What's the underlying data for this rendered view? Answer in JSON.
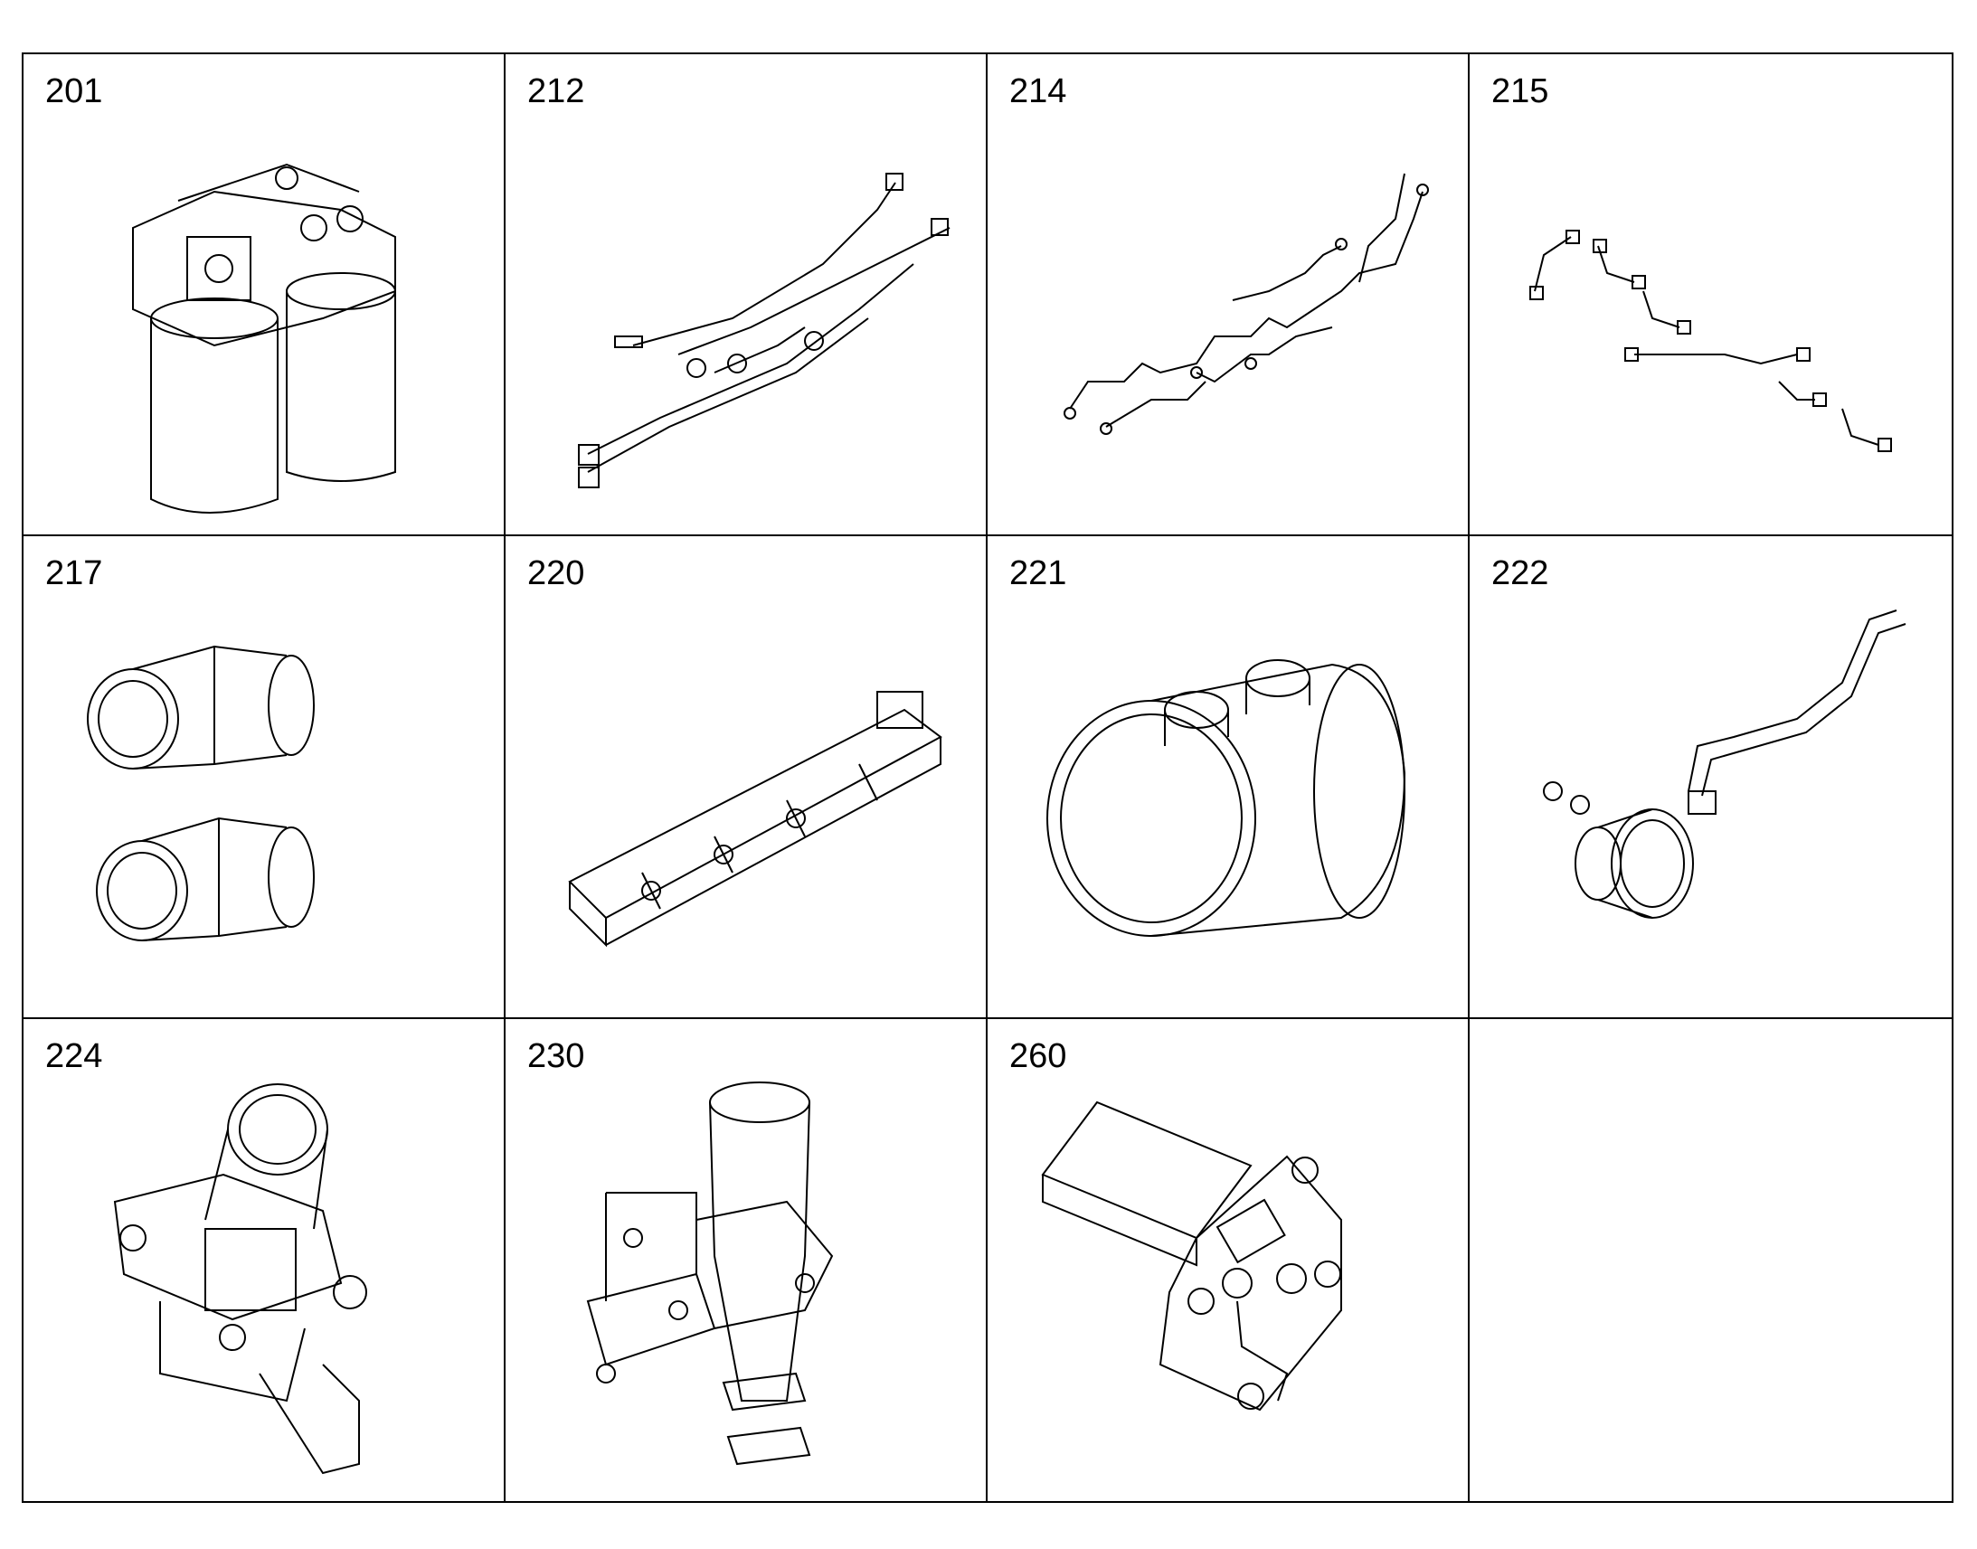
{
  "parts": [
    {
      "number": "201",
      "icon": "fuel-filter-assembly-icon"
    },
    {
      "number": "212",
      "icon": "wiring-harness-icon"
    },
    {
      "number": "214",
      "icon": "fuel-injection-lines-icon"
    },
    {
      "number": "215",
      "icon": "fuel-injection-pipes-icon"
    },
    {
      "number": "217",
      "icon": "pipe-coupling-icon"
    },
    {
      "number": "220",
      "icon": "intake-manifold-icon"
    },
    {
      "number": "221",
      "icon": "pipe-connector-icon"
    },
    {
      "number": "222",
      "icon": "hose-connector-icon"
    },
    {
      "number": "224",
      "icon": "egr-valve-icon"
    },
    {
      "number": "230",
      "icon": "exhaust-pipe-bracket-icon"
    },
    {
      "number": "260",
      "icon": "mounting-plate-icon"
    },
    {
      "number": "",
      "icon": ""
    }
  ]
}
